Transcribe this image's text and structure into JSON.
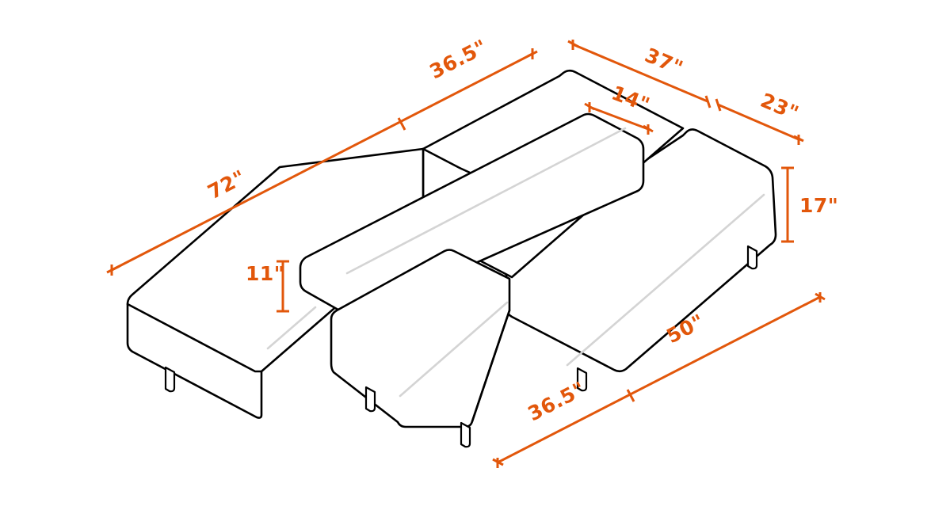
{
  "diagram": {
    "kind": "isometric-dimension-drawing",
    "subject": "l-shaped-sectional-sofa",
    "units": "inches",
    "colors": {
      "dimension": "#e2570b",
      "outline": "#000000",
      "crease": "#d4d4d4",
      "background": "#ffffff"
    }
  },
  "dimensions": {
    "overall_length": "72\"",
    "chaise_depth_top": "36.5\"",
    "seat_run": "37\"",
    "backrest_thickness": "14\"",
    "arm_to_end": "23\"",
    "overall_height": "17\"",
    "backrest_height": "11\"",
    "seat_depth_bottom": "36.5\"",
    "overall_depth": "50\""
  },
  "labels": {
    "len72": "72\"",
    "top365": "36.5\"",
    "run37": "37\"",
    "back14": "14\"",
    "end23": "23\"",
    "high17": "17\"",
    "back11": "11\"",
    "bottom365": "36.5\"",
    "depth50": "50\""
  }
}
